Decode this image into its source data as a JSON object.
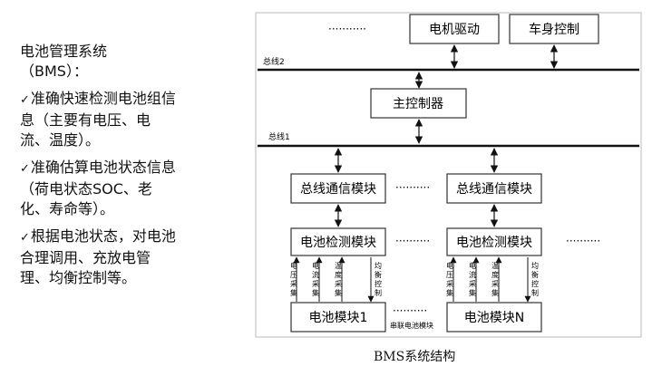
{
  "intro": {
    "title_line1": "电池管理系统",
    "title_line2": "（BMS）：",
    "bullets": [
      {
        "check": "✓",
        "lines": [
          "准确快速检测电池组信",
          "息（主要有电压、电",
          "流、温度）。"
        ]
      },
      {
        "check": "✓",
        "lines": [
          "准确估算电池状态信息",
          "（荷电状态SOC、老",
          "化、寿命等）。"
        ]
      },
      {
        "check": "✓",
        "lines": [
          "根据电池状态，对电池",
          "合理调用、充放电管",
          "理、均衡控制等。"
        ]
      }
    ]
  },
  "diagram": {
    "top_dots": "···········",
    "motor_drive": "电机驱动",
    "body_control": "车身控制",
    "bus2_label": "总线2",
    "main_controller": "主控制器",
    "bus1_label": "总线1",
    "bus_comm_1": "总线通信模块",
    "bus_comm_2": "总线通信模块",
    "dots_row1": "··········",
    "detect_1": "电池检测模块",
    "detect_2": "电池检测模块",
    "dots_row2_mid": "··········",
    "dots_row2_right": "··········",
    "signals": {
      "voltage": [
        "电",
        "压",
        "采",
        "集"
      ],
      "current": [
        "电",
        "流",
        "采",
        "集"
      ],
      "temperature": [
        "温",
        "度",
        "采",
        "集"
      ],
      "balance": [
        "均",
        "衡",
        "控",
        "制"
      ]
    },
    "battery_1": "电池模块1",
    "battery_n": "电池模块N",
    "dots_row3": "··········",
    "series_label": "串联电池模块",
    "caption": "BMS系统结构"
  }
}
